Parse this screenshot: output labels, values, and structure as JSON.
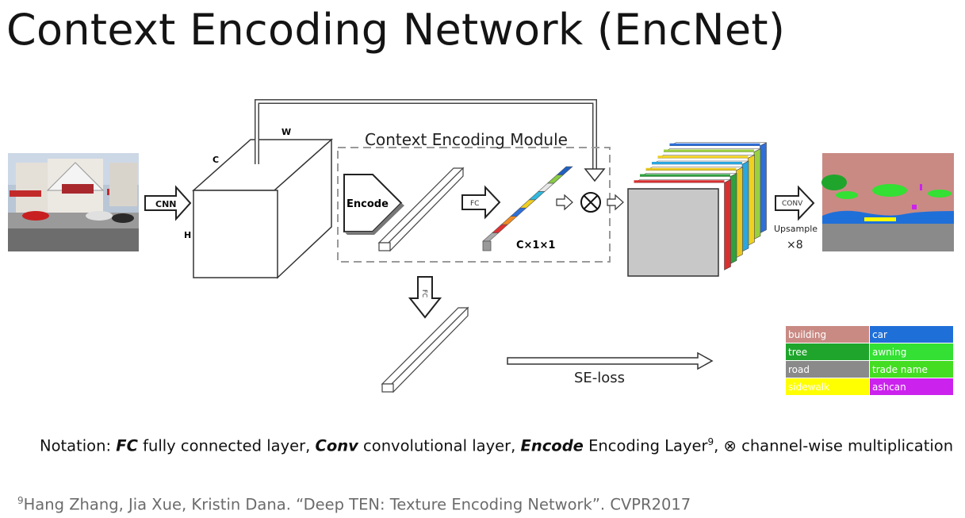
{
  "title": "Context Encoding Network (EncNet)",
  "diagram": {
    "labels": {
      "cnn": "CNN",
      "dim_c": "C",
      "dim_w": "W",
      "dim_h": "H",
      "module": "Context Encoding Module",
      "encode": "Encode",
      "fc1": "FC",
      "cx1x1": "C×1×1",
      "fc2": "FC",
      "conv": "CONV",
      "upsample": "Upsample",
      "times8": "×8",
      "seloss": "SE-loss"
    },
    "multiply_symbol": "⊗",
    "legend": [
      {
        "label": "building",
        "color": "#c98a84"
      },
      {
        "label": "car",
        "color": "#1f6fd8"
      },
      {
        "label": "tree",
        "color": "#1fa52c"
      },
      {
        "label": "awning",
        "color": "#33e033"
      },
      {
        "label": "road",
        "color": "#8a8a8a"
      },
      {
        "label": "trade name",
        "color": "#44dd22"
      },
      {
        "label": "sidewalk",
        "color": "#ffff00"
      },
      {
        "label": "ashcan",
        "color": "#cc22ee"
      }
    ],
    "colors": {
      "channel_vector": [
        "#aaaaaa",
        "#e03030",
        "#f08a20",
        "#2e6fd8",
        "#f0d020",
        "#30b8e0",
        "#e8e8e8",
        "#88cc44",
        "#2060c0"
      ],
      "feature_slices": [
        "#d83030",
        "#30a040",
        "#e8c820",
        "#2aa6e0",
        "#f0d020",
        "#9ad040",
        "#2e6fd8"
      ]
    }
  },
  "notation": {
    "prefix": "Notation:",
    "fc_term": "FC",
    "fc_desc": "fully connected layer,",
    "conv_term": "Conv",
    "conv_desc": "convolutional layer,",
    "encode_term": "Encode",
    "encode_desc": "Encoding Layer",
    "encode_ref": "9",
    "tail": ", ⊗ channel-wise multiplication"
  },
  "reference": {
    "num": "9",
    "text": "Hang Zhang, Jia Xue, Kristin Dana. “Deep TEN: Texture Encoding Network”. CVPR2017"
  }
}
